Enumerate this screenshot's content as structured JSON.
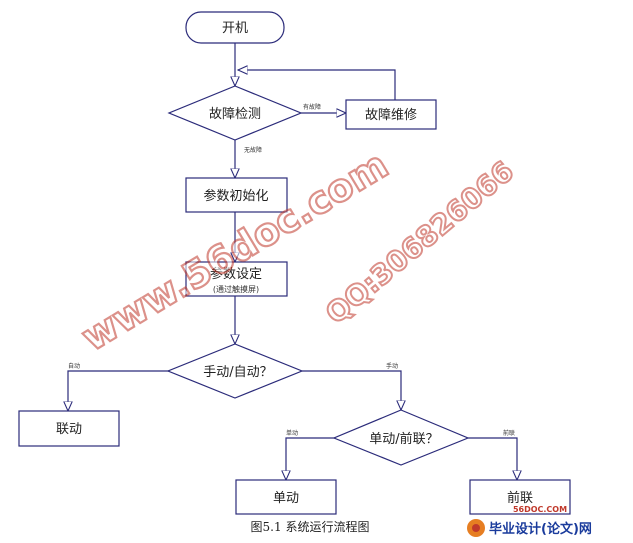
{
  "nodes": {
    "start": "开机",
    "fault_check": "故障检测",
    "fault_repair": "故障维修",
    "param_init": "参数初始化",
    "param_set": "参数设定",
    "param_set_sub": "(通过触摸屏)",
    "mode_decision": "手动/自动？",
    "linkage": "联动",
    "single_front_decision": "单动/前联？",
    "single": "单动",
    "front_link": "前联"
  },
  "edges": {
    "has_fault": "有故障",
    "no_fault": "无故障",
    "auto": "自动",
    "manual": "手动",
    "single": "单动",
    "front_link": "前联"
  },
  "caption": "图5.1  系统运行流程图",
  "watermarks": {
    "site": "www.56doc.com",
    "qq": "QQ:306826066",
    "logo_small": "56DOC.COM",
    "logo_main": "毕业设计(论文)网"
  },
  "colors": {
    "stroke": "#2b2b7a",
    "watermark": "#c0392b",
    "logo_blue": "#1a3b9c"
  }
}
